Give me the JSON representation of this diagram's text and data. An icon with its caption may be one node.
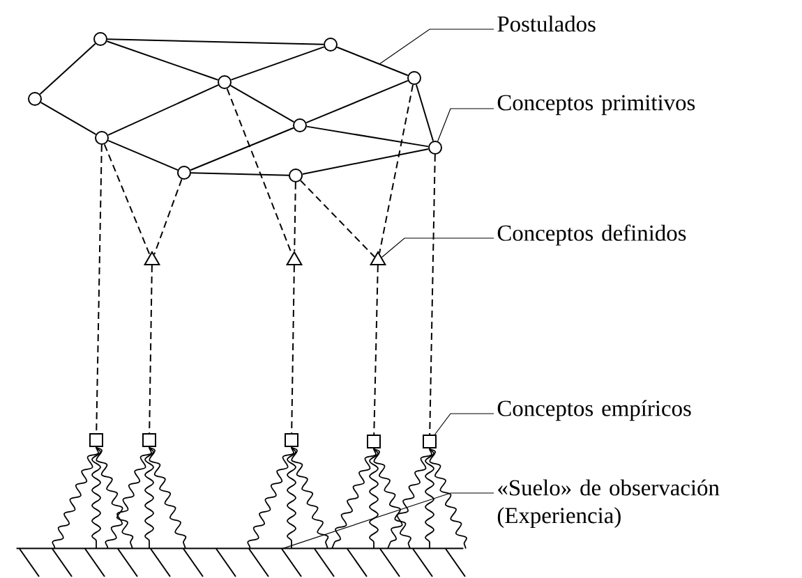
{
  "diagram": {
    "nodes": [
      {
        "text": [],
        "shape": "circle"
      },
      {
        "text": [],
        "shape": "circle"
      },
      {
        "text": [],
        "shape": "circle"
      },
      {
        "text": [],
        "shape": "circle"
      },
      {
        "text": [],
        "shape": "circle"
      },
      {
        "text": [],
        "shape": "circle"
      },
      {
        "text": [],
        "shape": "circle"
      },
      {
        "text": [],
        "shape": "circle"
      },
      {
        "text": [],
        "shape": "circle"
      },
      {
        "text": [],
        "shape": "circle"
      },
      {
        "text": [],
        "shape": "triangle"
      },
      {
        "text": [],
        "shape": "triangle"
      },
      {
        "text": [],
        "shape": "triangle"
      },
      {
        "text": [],
        "shape": "box"
      },
      {
        "text": [],
        "shape": "box"
      },
      {
        "text": [],
        "shape": "box"
      },
      {
        "text": [],
        "shape": "box"
      },
      {
        "text": [],
        "shape": "box"
      },
      {
        "text": [
          "Postulados"
        ]
      },
      {
        "text": [
          "Conceptos primitivos"
        ]
      },
      {
        "text": [
          "Conceptos definidos"
        ]
      },
      {
        "text": [
          "Conceptos empíricos"
        ]
      },
      {
        "text": [
          "«Suelo» de observación (Experiencia)"
        ]
      },
      {
        "text": [],
        "shape": "bar"
      }
    ],
    "edges": [
      {
        "from": 0,
        "to": 1,
        "arrow": "none"
      },
      {
        "from": 0,
        "to": 2,
        "arrow": "none"
      },
      {
        "from": 0,
        "to": 3,
        "arrow": "none"
      },
      {
        "from": 1,
        "to": 3,
        "arrow": "none"
      },
      {
        "from": 1,
        "to": 4,
        "arrow": "none"
      },
      {
        "from": 2,
        "to": 5,
        "arrow": "none"
      },
      {
        "from": 3,
        "to": 5,
        "arrow": "none"
      },
      {
        "from": 3,
        "to": 6,
        "arrow": "none"
      },
      {
        "from": 4,
        "to": 6,
        "arrow": "none"
      },
      {
        "from": 4,
        "to": 7,
        "arrow": "none"
      },
      {
        "from": 6,
        "to": 7,
        "arrow": "none"
      },
      {
        "from": 5,
        "to": 8,
        "arrow": "none"
      },
      {
        "from": 6,
        "to": 8,
        "arrow": "none"
      },
      {
        "from": 8,
        "to": 9,
        "arrow": "none"
      },
      {
        "from": 9,
        "to": 7,
        "arrow": "none"
      },
      {
        "from": 5,
        "to": 13,
        "arrow": "none",
        "style": "dashed"
      },
      {
        "from": 5,
        "to": 10,
        "arrow": "none",
        "style": "dashed"
      },
      {
        "from": 8,
        "to": 10,
        "arrow": "none",
        "style": "dashed"
      },
      {
        "from": 10,
        "to": 14,
        "arrow": "none",
        "style": "dashed"
      },
      {
        "from": 3,
        "to": 11,
        "arrow": "none",
        "style": "dashed"
      },
      {
        "from": 9,
        "to": 11,
        "arrow": "none",
        "style": "dashed"
      },
      {
        "from": 11,
        "to": 15,
        "arrow": "none",
        "style": "dashed"
      },
      {
        "from": 9,
        "to": 12,
        "arrow": "none",
        "style": "dashed"
      },
      {
        "from": 4,
        "to": 12,
        "arrow": "none",
        "style": "dashed"
      },
      {
        "from": 12,
        "to": 16,
        "arrow": "none",
        "style": "dashed"
      },
      {
        "from": 7,
        "to": 17,
        "arrow": "none",
        "style": "dashed"
      },
      {
        "from": 18,
        "to": null,
        "arrow": "none"
      },
      {
        "from": 19,
        "to": 7,
        "arrow": "none"
      },
      {
        "from": 20,
        "to": 12,
        "arrow": "none"
      },
      {
        "from": 21,
        "to": 17,
        "arrow": "none"
      },
      {
        "from": 22,
        "to": 23,
        "arrow": "none"
      },
      {
        "from": 13,
        "to": 23,
        "arrow": "none"
      },
      {
        "from": 13,
        "to": 23,
        "arrow": "none"
      },
      {
        "from": 13,
        "to": 23,
        "arrow": "none"
      },
      {
        "from": 14,
        "to": 23,
        "arrow": "none"
      },
      {
        "from": 14,
        "to": 23,
        "arrow": "none"
      },
      {
        "from": 14,
        "to": 23,
        "arrow": "none"
      },
      {
        "from": 15,
        "to": 23,
        "arrow": "none"
      },
      {
        "from": 15,
        "to": 23,
        "arrow": "none"
      },
      {
        "from": 15,
        "to": 23,
        "arrow": "none"
      },
      {
        "from": 16,
        "to": 23,
        "arrow": "none"
      },
      {
        "from": 16,
        "to": 23,
        "arrow": "none"
      },
      {
        "from": 16,
        "to": 23,
        "arrow": "none"
      },
      {
        "from": 17,
        "to": 23,
        "arrow": "none"
      },
      {
        "from": 17,
        "to": 23,
        "arrow": "none"
      },
      {
        "from": 17,
        "to": 23,
        "arrow": "none"
      }
    ]
  }
}
